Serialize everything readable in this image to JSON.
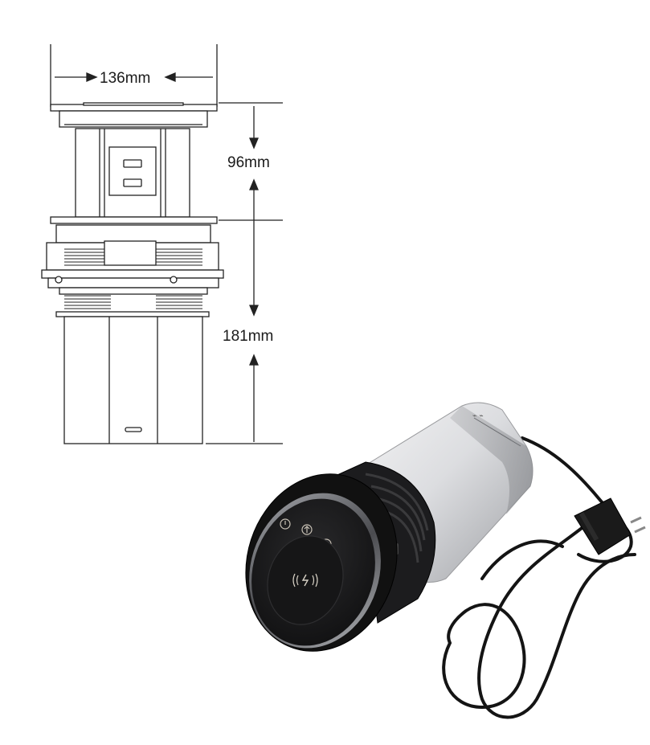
{
  "drawing": {
    "width_label": "136mm",
    "top_height_label": "96mm",
    "bottom_height_label": "181mm"
  },
  "product": {
    "top_icons": [
      "power-icon",
      "usb-icon",
      "plug-icon"
    ],
    "center_icon": "wireless-charging-icon"
  },
  "colors": {
    "line": "#222222",
    "body_silver": "#d9dadc",
    "body_black": "#1c1c1e",
    "ring_chrome": "#8a8d92",
    "icon_ring": "#c9c2b6"
  }
}
